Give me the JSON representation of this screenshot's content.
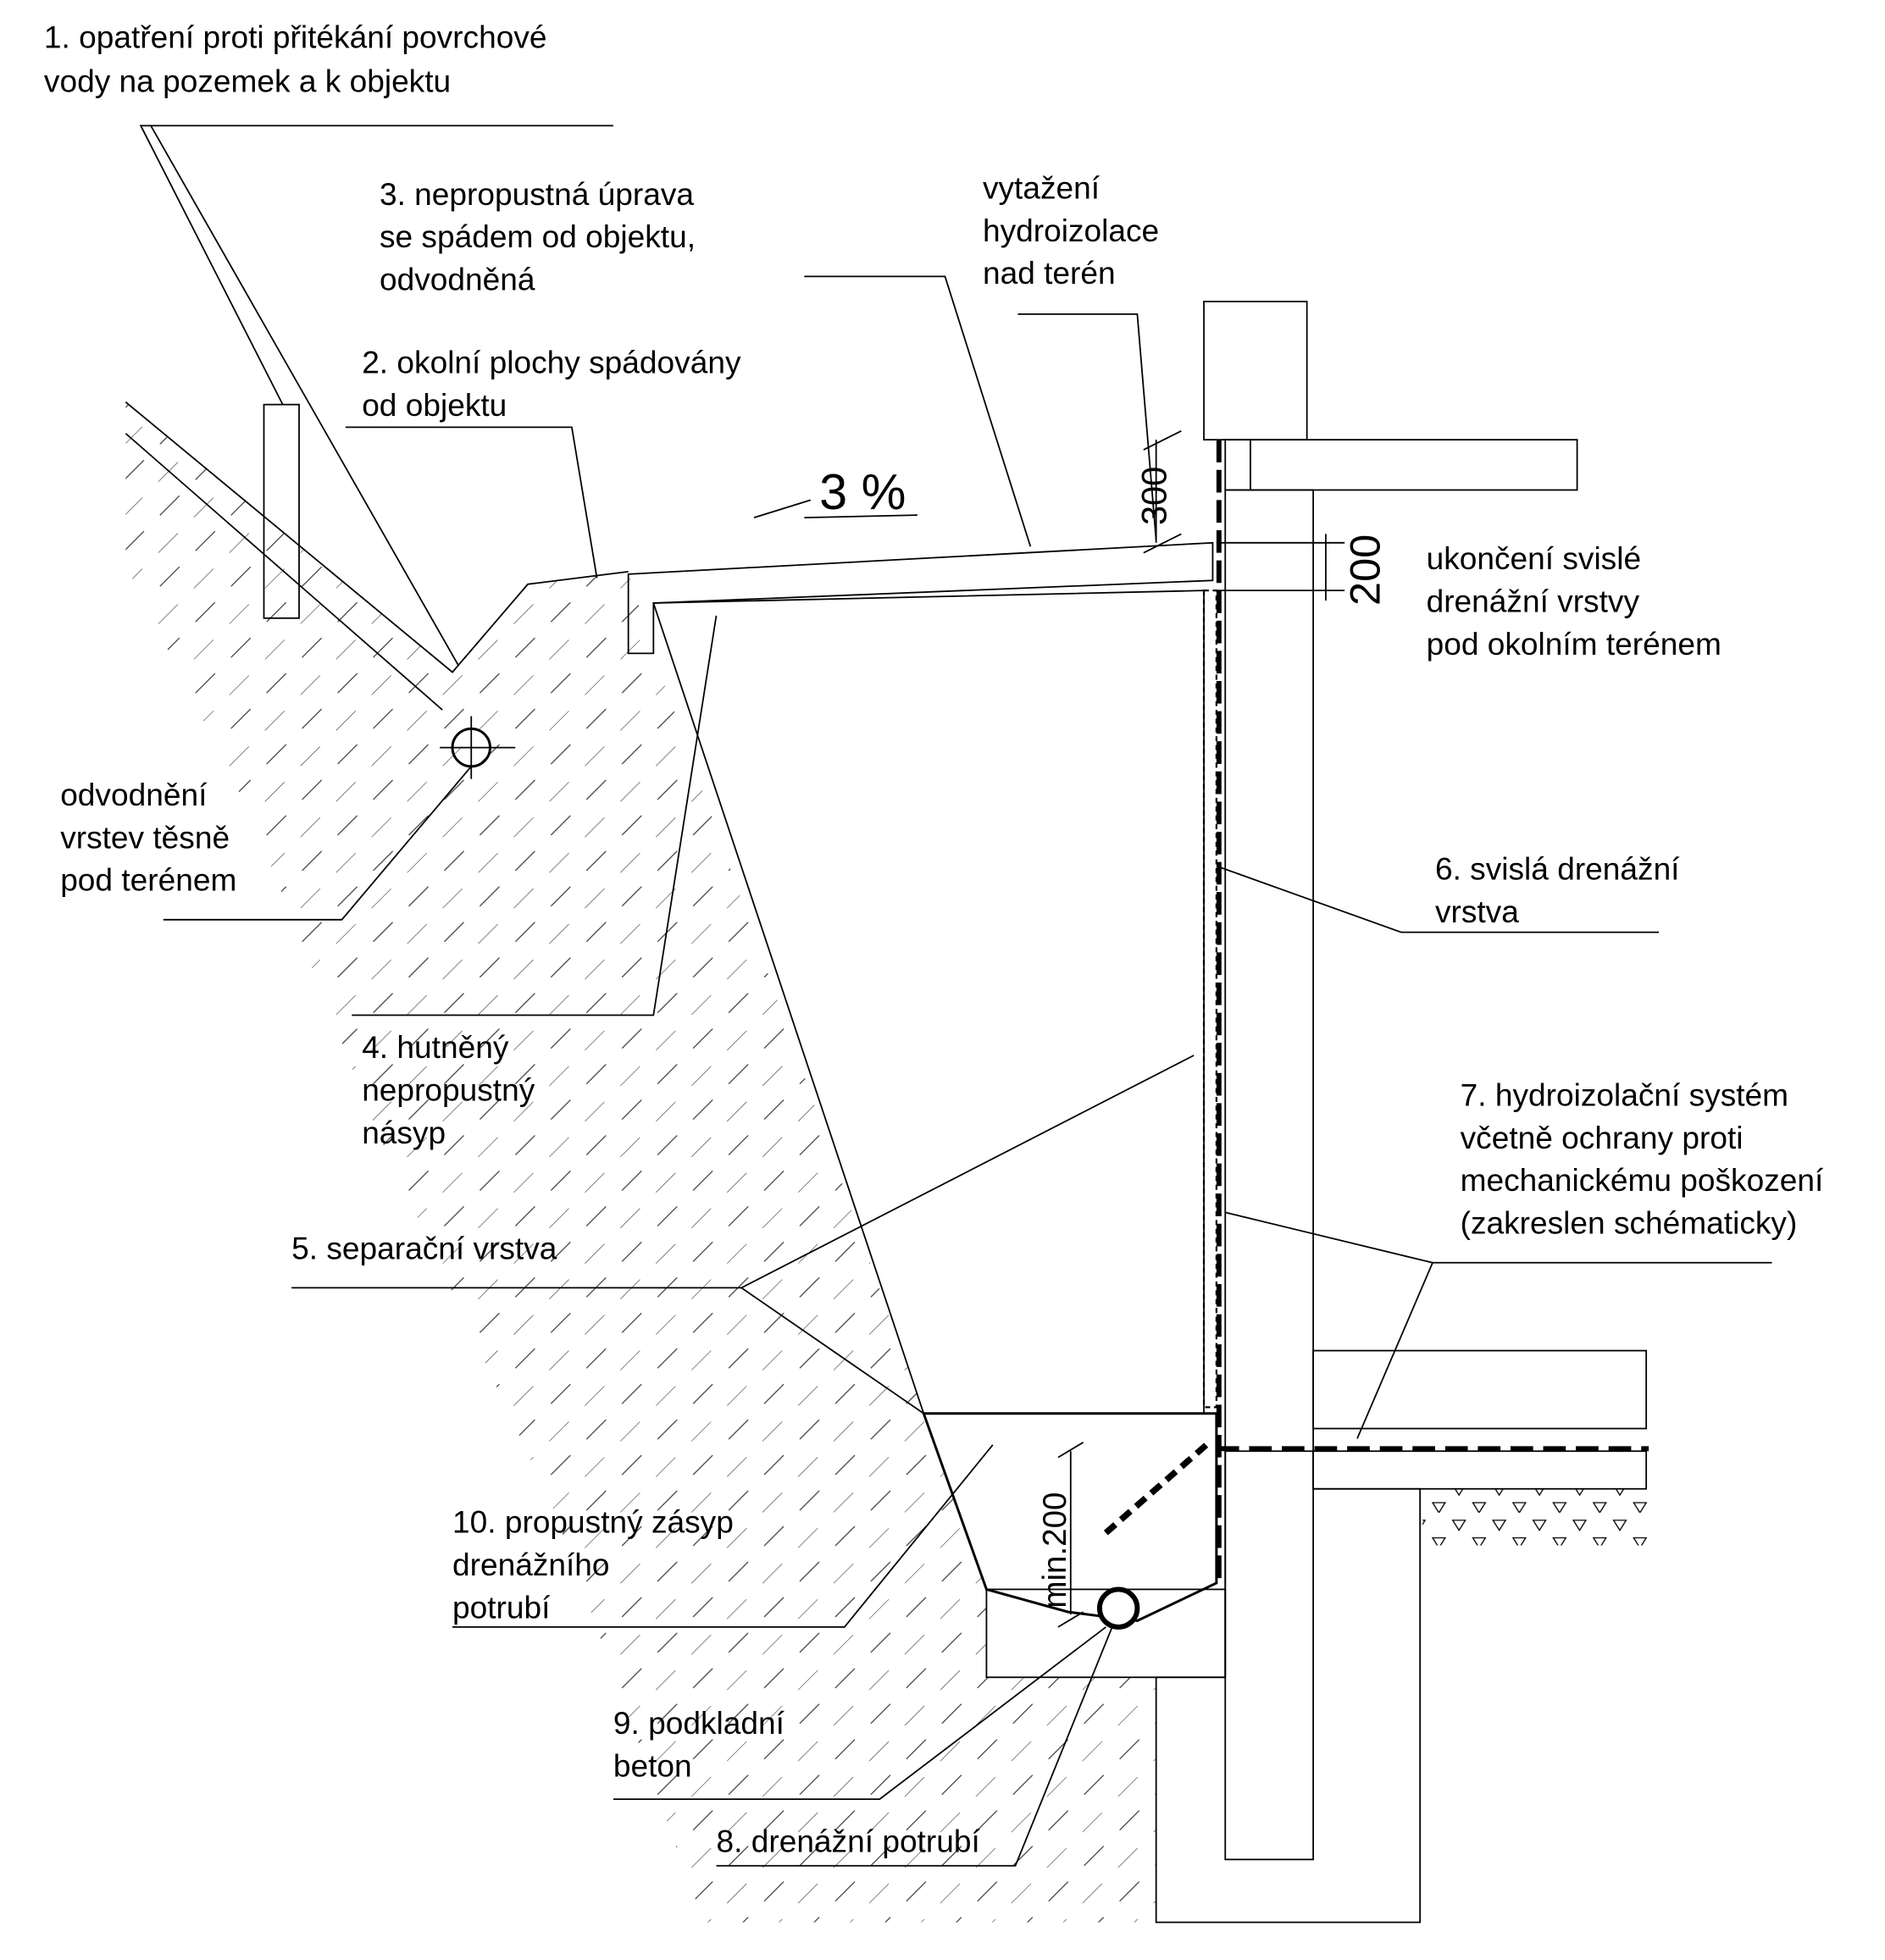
{
  "labels": {
    "l1": [
      "1. opatření proti přitékání povrchové",
      "vody na pozemek a k objektu"
    ],
    "l2": [
      "2. okolní plochy spádovány",
      "od objektu"
    ],
    "l3": [
      "3. nepropustná úprava",
      "se spádem od objektu,",
      "odvodněná"
    ],
    "l4": [
      "4. hutněný",
      "nepropustný",
      "násyp"
    ],
    "l5": [
      "5. separační vrstva"
    ],
    "l6": [
      "6. svislá drenážní",
      "vrstva"
    ],
    "l7": [
      "7. hydroizolační systém",
      "včetně ochrany proti",
      "mechanickému poškození",
      "(zakreslen schématicky)"
    ],
    "l8": [
      "8. drenážní potrubí"
    ],
    "l9": [
      "9. podkladní",
      "beton"
    ],
    "l10": [
      "10. propustný zásyp",
      "drenážního",
      "potrubí"
    ],
    "odv": [
      "odvodnění",
      "vrstev těsně",
      "pod terénem"
    ],
    "vyt": [
      "vytažení",
      "hydroizolace",
      "nad terén"
    ],
    "uk": [
      "ukončení svislé",
      "drenážní vrstvy",
      "pod okolním terénem"
    ]
  },
  "dimensions": {
    "d300": "300",
    "d200": "200",
    "dmin200": "min.200"
  },
  "slope": "3 %"
}
